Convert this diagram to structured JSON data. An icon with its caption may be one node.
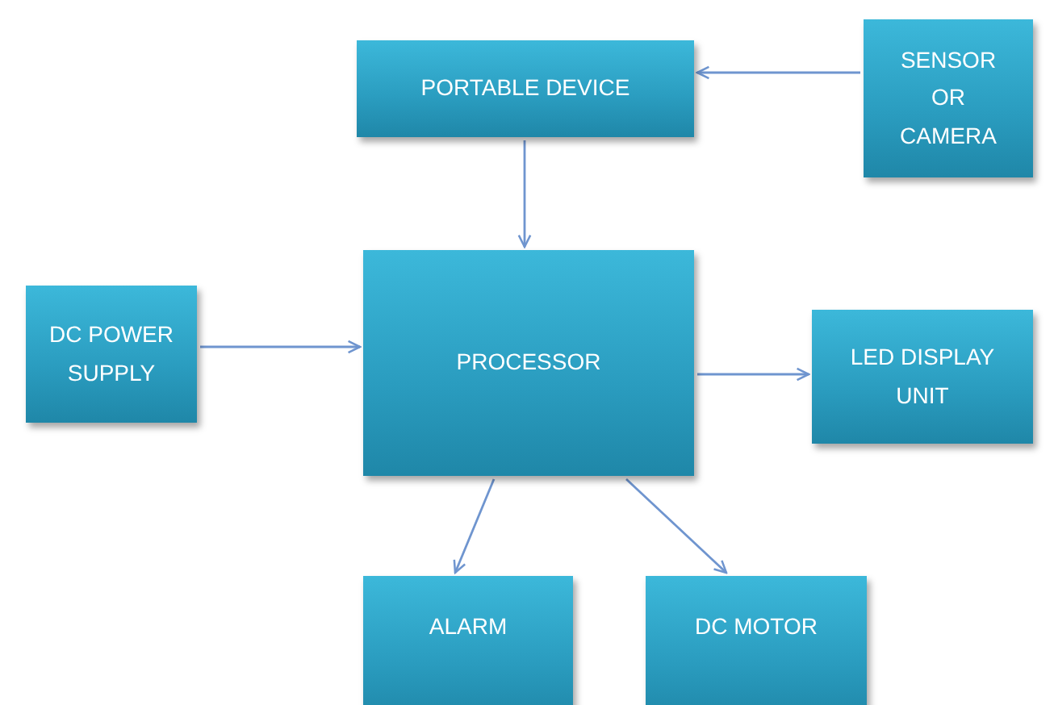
{
  "diagram": {
    "nodes": [
      {
        "text": [
          "PORTABLE DEVICE"
        ]
      },
      {
        "text": [
          "SENSOR OR CAMERA"
        ]
      },
      {
        "text": [
          "DC POWER SUPPLY"
        ]
      },
      {
        "text": [
          "PROCESSOR"
        ]
      },
      {
        "text": [
          "LED DISPLAY UNIT"
        ]
      },
      {
        "text": [
          "ALARM"
        ]
      },
      {
        "text": [
          "DC MOTOR"
        ]
      }
    ],
    "edges": [
      {
        "from": 1,
        "to": 0,
        "arrow": "to"
      },
      {
        "from": 0,
        "to": 3,
        "arrow": "to"
      },
      {
        "from": 2,
        "to": 3,
        "arrow": "to"
      },
      {
        "from": 3,
        "to": 4,
        "arrow": "to"
      },
      {
        "from": 3,
        "to": 5,
        "arrow": "to"
      },
      {
        "from": 3,
        "to": 6,
        "arrow": "to"
      }
    ]
  }
}
